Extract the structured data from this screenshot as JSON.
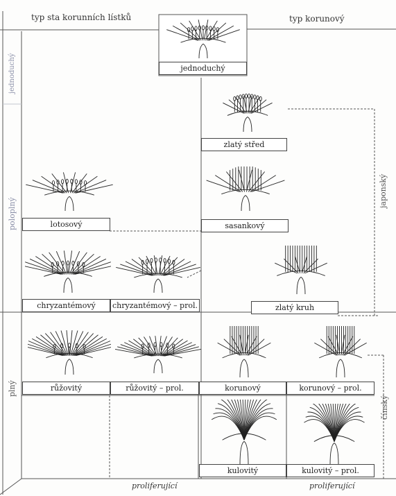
{
  "headers": {
    "petal_type": "typ sta korunních lístků",
    "crown_type": "typ korunový"
  },
  "axis": {
    "single": "jednoduchý",
    "semi_double": "poloplný",
    "double": "plný"
  },
  "groups": {
    "japanese": "japonský",
    "chinese": "čínský"
  },
  "labels": {
    "jednoduchy": "jednoduchý",
    "zlaty_stred": "zlatý střed",
    "sasankovy": "sasankový",
    "lotosovy": "lotosový",
    "chryzantemovy": "chryzantémový",
    "chryzantemovy_prol": "chryzantémový – prol.",
    "zlaty_kruh": "zlatý kruh",
    "ruzovity": "růžovitý",
    "ruzovity_prol": "růžovitý – prol.",
    "korunovy": "korunový",
    "korunovy_prol": "korunový – prol.",
    "kulovity": "kulovitý",
    "kulovity_prol": "kulovitý – prol."
  },
  "footer": {
    "proliferujici_1": "proliferující",
    "proliferujici_2": "proliferující"
  },
  "colors": {
    "ink": "#222222",
    "axis_label": "#8a8fa8",
    "frame": "#555555"
  }
}
